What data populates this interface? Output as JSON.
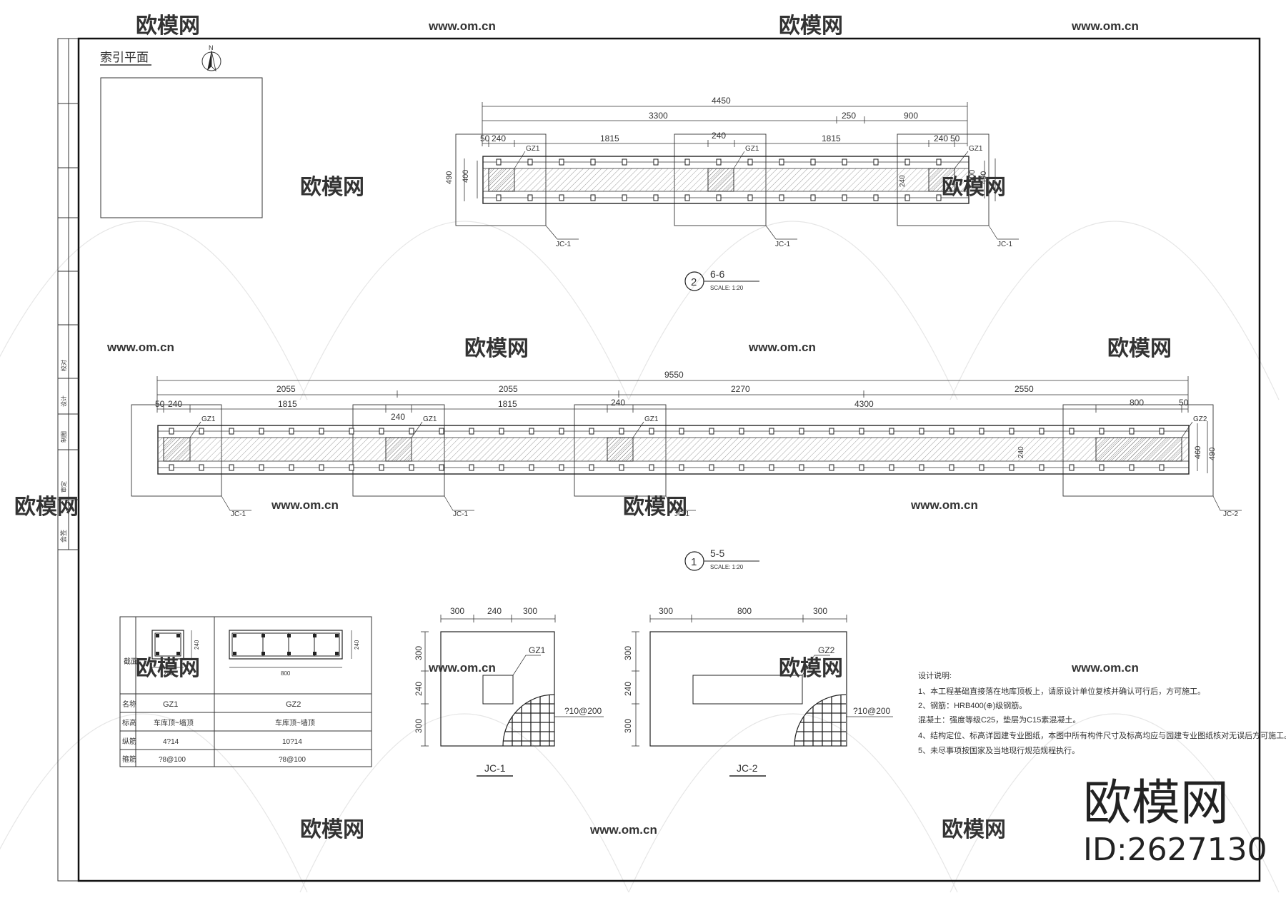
{
  "index_plan": {
    "title": "索引平面",
    "north": "N"
  },
  "watermark": {
    "brand": "欧模网",
    "url": "www.om.cn",
    "id": "ID:2627130"
  },
  "section_66": {
    "num": "2",
    "title": "6-6",
    "scale": "SCALE:  1:20",
    "dims": {
      "total": "4450",
      "a": "3300",
      "b": "250",
      "c": "900",
      "d50": "50",
      "d240": "240",
      "d1815": "1815",
      "m240": "240",
      "e1815": "1815",
      "r240": "240",
      "r50": "50",
      "h490": "490",
      "h400": "400",
      "r400": "400",
      "r490": "490",
      "i240": "240"
    },
    "labels": {
      "gz1": "GZ1",
      "jc1": "JC-1"
    }
  },
  "section_55": {
    "num": "1",
    "title": "5-5",
    "scale": "SCALE:  1:20",
    "dims": {
      "total": "9550",
      "s1": "2055",
      "s2": "2055",
      "s3": "2270",
      "s4": "2550",
      "d50": "50",
      "d240a": "240",
      "d1815a": "1815",
      "d240b": "240",
      "d1815b": "1815",
      "d240c": "240",
      "d4300": "4300",
      "d800": "800",
      "d50r": "50",
      "h460": "460",
      "h490": "490",
      "i240": "240"
    },
    "labels": {
      "gz1": "GZ1",
      "gz2": "GZ2",
      "jc1": "JC-1",
      "jc2": "JC-2"
    }
  },
  "column_table": {
    "row_labels": [
      "截面",
      "名称",
      "标高",
      "纵筋",
      "箍筋"
    ],
    "gz1": {
      "name": "GZ1",
      "elev": "车库顶~墙顶",
      "long": "4?14",
      "stir": "?8@100",
      "w": "240",
      "h": "240"
    },
    "gz2": {
      "name": "GZ2",
      "elev": "车库顶~墙顶",
      "long": "10?14",
      "stir": "?8@100",
      "w": "800",
      "h": "240"
    }
  },
  "jc1": {
    "title": "JC-1",
    "top": [
      "300",
      "240",
      "300"
    ],
    "side": [
      "300",
      "240",
      "300"
    ],
    "col": "GZ1",
    "rebar": "?10@200"
  },
  "jc2": {
    "title": "JC-2",
    "top": [
      "300",
      "800",
      "300"
    ],
    "side": [
      "300",
      "240",
      "300"
    ],
    "col": "GZ2",
    "rebar": "?10@200"
  },
  "notes": {
    "title": "设计说明:",
    "items": [
      "1、本工程基础直接落在地库顶板上，请原设计单位复核并确认可行后，方可施工。",
      "2、钢筋：HRB400(⊕)级钢筋。",
      "    混凝土：强度等级C25，垫层为C15素混凝土。",
      "4、结构定位、标高详园建专业图纸，本图中所有构件尺寸及标高均应与园建专业图纸核对无误后方可施工。",
      "5、未尽事项按国家及当地现行规范规程执行。"
    ]
  },
  "title_block": [
    "会签",
    "审定",
    "制图",
    "设计",
    "校对"
  ]
}
